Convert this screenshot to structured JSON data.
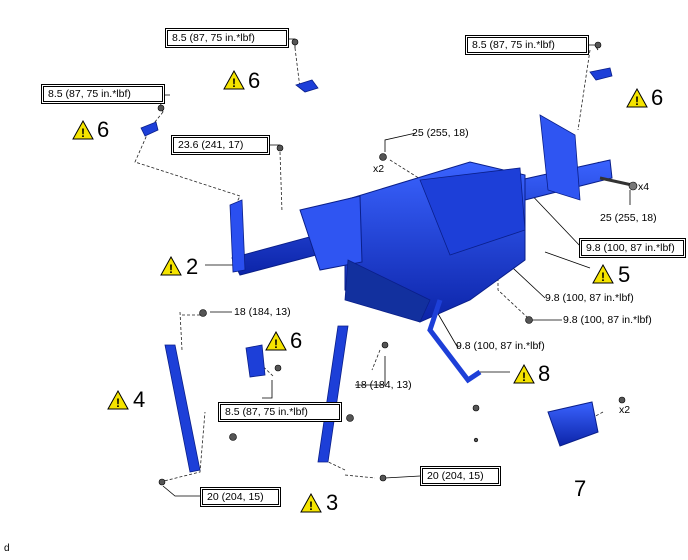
{
  "torques": {
    "t1": "8.5 (87, 75 in.*lbf)",
    "t2": "8.5 (87, 75 in.*lbf)",
    "t3": "8.5 (87, 75 in.*lbf)",
    "t4": "23.6 (241, 17)",
    "t5": "25 (255, 18)",
    "t6": "25 (255, 18)",
    "t7": "9.8 (100, 87 in.*lbf)",
    "t8": "9.8 (100, 87 in.*lbf)",
    "t9": "9.8 (100, 87 in.*lbf)",
    "t10": "9.8 (100, 87 in.*lbf)",
    "t11": "18 (184, 13)",
    "t12": "18 (184, 13)",
    "t13": "8.5 (87, 75 in.*lbf)",
    "t14": "20 (204, 15)",
    "t15": "20 (204, 15)"
  },
  "quantities": {
    "q1": "x2",
    "q2": "x4",
    "q3": "x2"
  },
  "callouts": {
    "c1": "6",
    "c2": "6",
    "c3": "6",
    "c4": "6",
    "c5": "2",
    "c6": "5",
    "c7": "8",
    "c8": "4",
    "c9": "3",
    "c10": "7"
  },
  "footnote": "d",
  "colors": {
    "part": "#1d3fd8",
    "part_dark": "#0a1f8a",
    "warning": "#f5e400"
  },
  "icons": {
    "warning": "warning-triangle-icon",
    "bolt": "bolt-icon",
    "nut": "nut-icon"
  }
}
